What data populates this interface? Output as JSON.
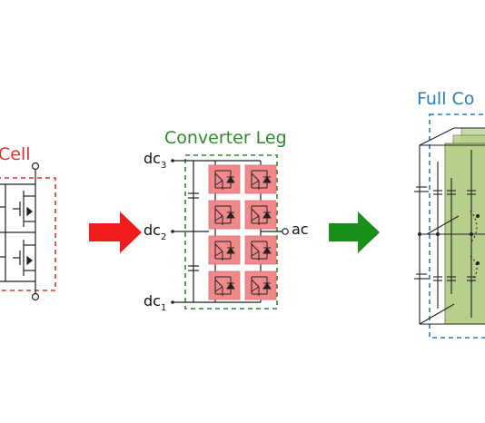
{
  "diagram": {
    "cell": {
      "title": "Cell",
      "title_color": "#e0302e",
      "border_color": "#e0302e"
    },
    "leg": {
      "title": "Converter Leg",
      "title_color": "#2e8b2e",
      "border_color": "#2e8b2e",
      "cell_fill": "#f08a8a",
      "terminals": {
        "dc3": {
          "base": "dc",
          "sub": "3"
        },
        "dc2": {
          "base": "dc",
          "sub": "2"
        },
        "dc1": {
          "base": "dc",
          "sub": "1"
        },
        "ac": "ac"
      }
    },
    "full": {
      "title": "Full Co",
      "title_color": "#2a7db5",
      "border_color": "#2a7db5",
      "leg_fill": "#b7cf8a"
    },
    "arrows": [
      {
        "name": "cell-to-leg",
        "color": "#ee1c1c"
      },
      {
        "name": "leg-to-full",
        "color": "#1a8f1a"
      }
    ]
  }
}
